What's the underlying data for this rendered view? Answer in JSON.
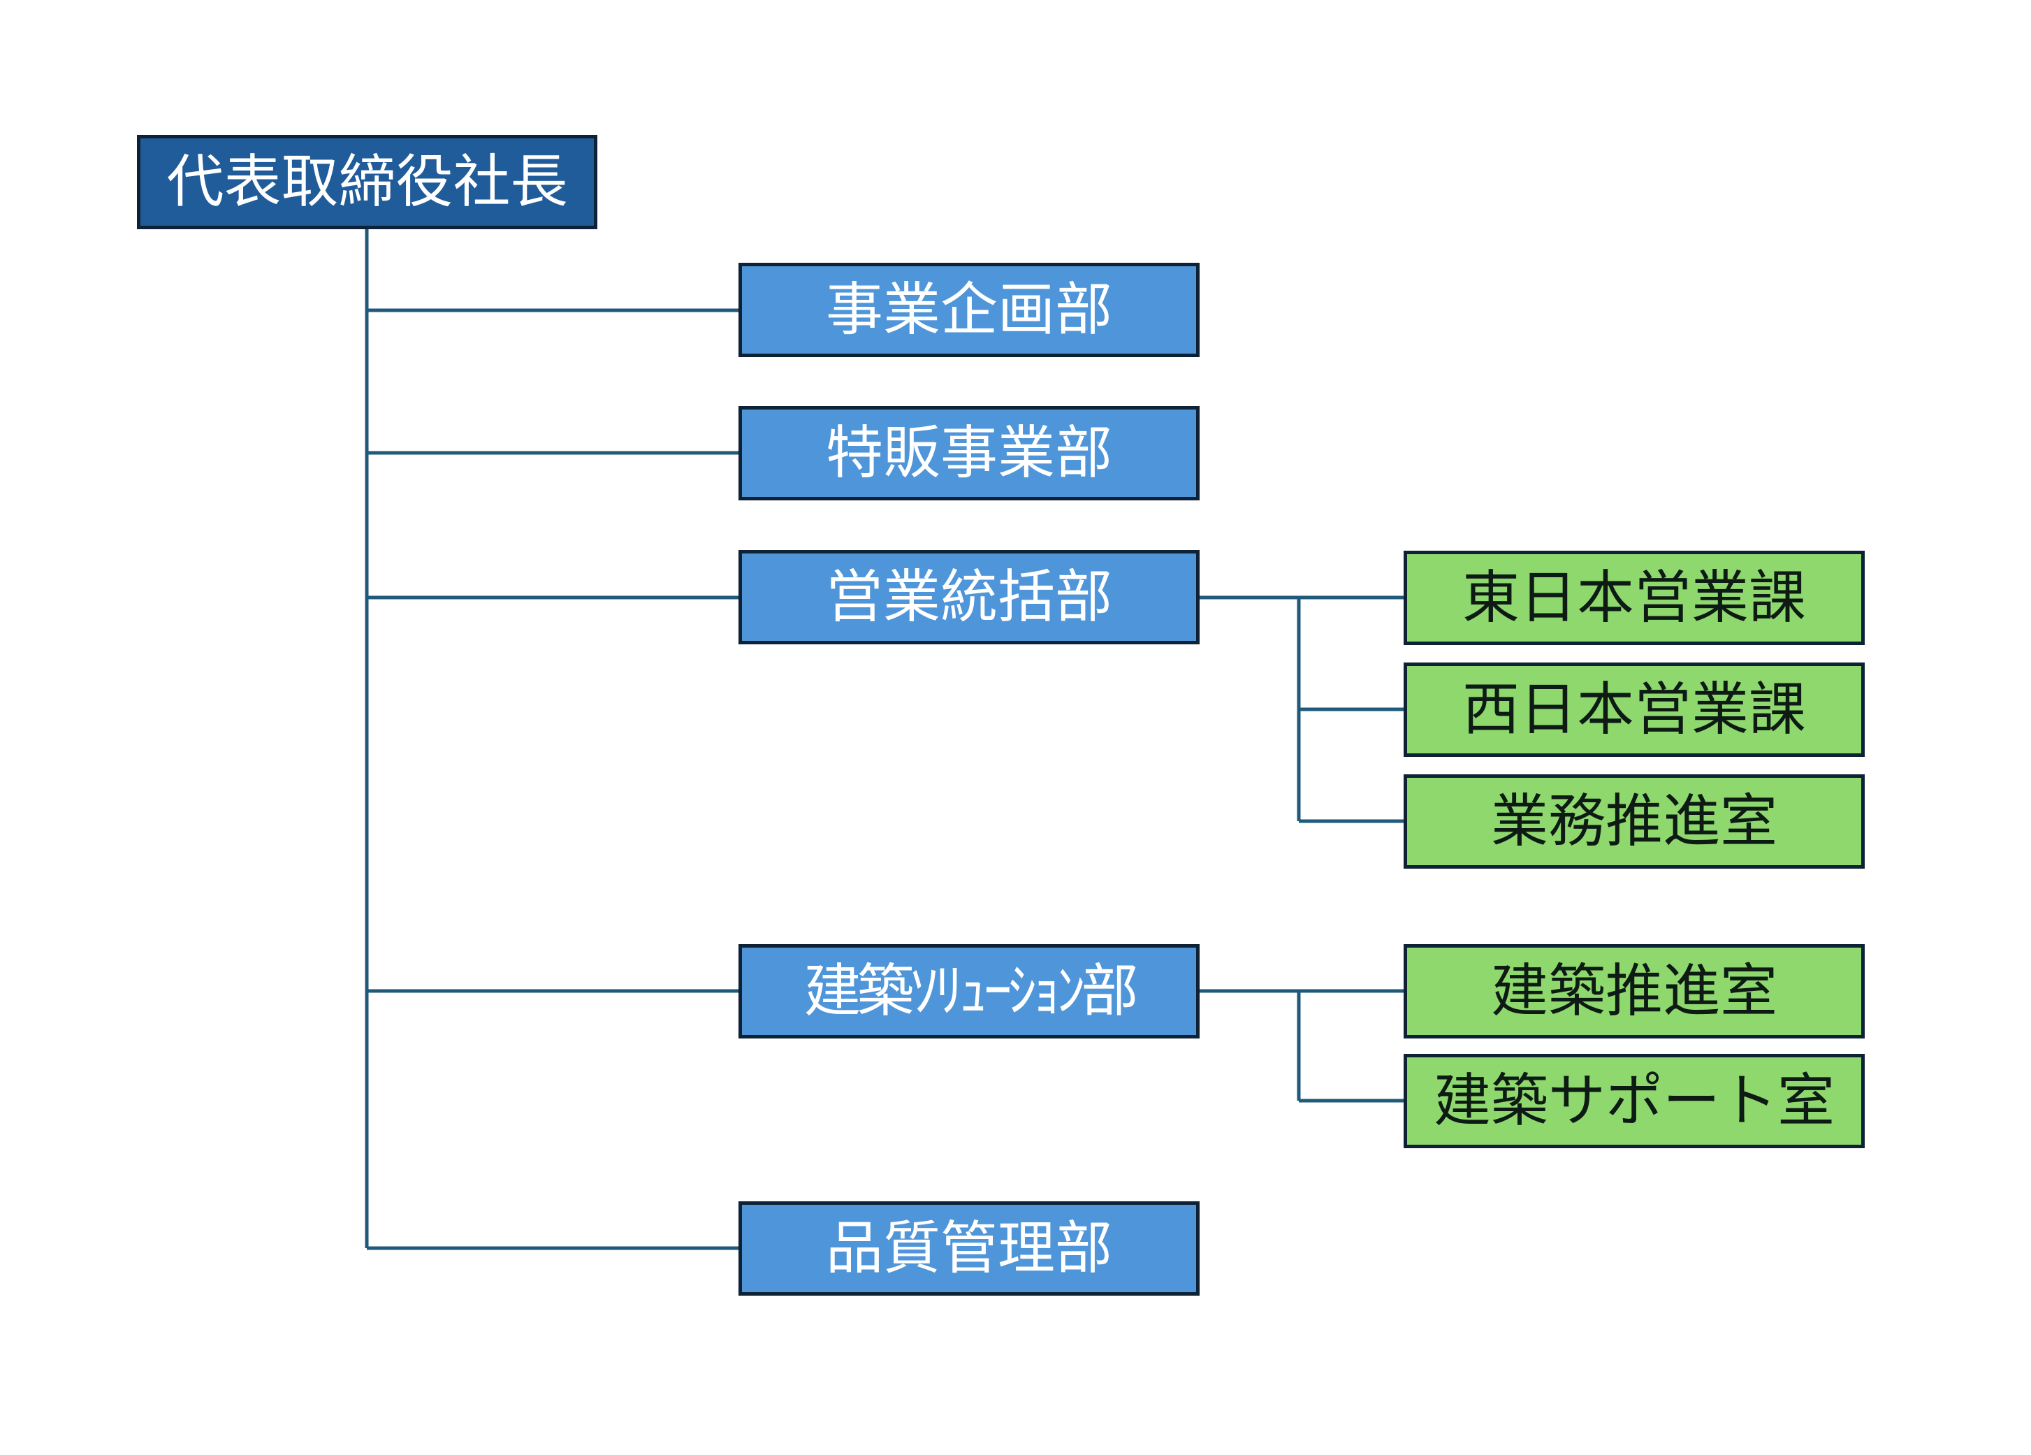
{
  "colors": {
    "root_fill": "#1f5c99",
    "department_fill": "#4e95d9",
    "section_fill": "#8fd86e",
    "connector": "#1f5a7a",
    "border": "#0f2235"
  },
  "org": {
    "root": {
      "label": "代表取締役社長"
    },
    "departments": [
      {
        "label": "事業企画部"
      },
      {
        "label": "特販事業部"
      },
      {
        "label": "営業統括部"
      },
      {
        "label": "建築ｿﾘｭｰｼｮﾝ部"
      },
      {
        "label": "品質管理部"
      }
    ],
    "sections": [
      {
        "label": "東日本営業課",
        "parent": "営業統括部"
      },
      {
        "label": "西日本営業課",
        "parent": "営業統括部"
      },
      {
        "label": "業務推進室",
        "parent": "営業統括部"
      },
      {
        "label": "建築推進室",
        "parent": "建築ｿﾘｭｰｼｮﾝ部"
      },
      {
        "label": "建築サポート室",
        "parent": "建築ｿﾘｭｰｼｮﾝ部"
      }
    ]
  }
}
